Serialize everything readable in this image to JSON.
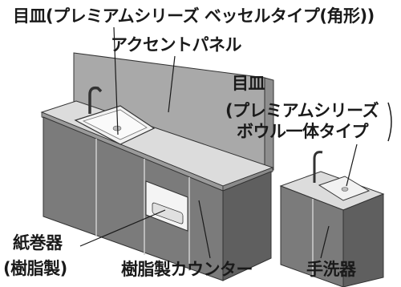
{
  "colors": {
    "panel": "#a9a9a9",
    "panel_side": "#8e8e8e",
    "cabinet": "#7b7b7b",
    "cabinet_dark": "#5f5f5f",
    "counter_top": "#dcdcdc",
    "bowl": "#f2f2f2",
    "outline": "#333333"
  },
  "labels": {
    "top": "目皿(プレミアムシリーズ ベッセルタイプ(角形))",
    "accent_panel": "アクセントパネル",
    "meza2": "目皿",
    "premium2": "(プレミアムシリーズ",
    "bowl_type": "ボウル一体タイプ",
    "paper1": "紙巻器",
    "paper2": "(樹脂製)",
    "counter": "樹脂製カウンター",
    "hand_basin": "手洗器"
  }
}
